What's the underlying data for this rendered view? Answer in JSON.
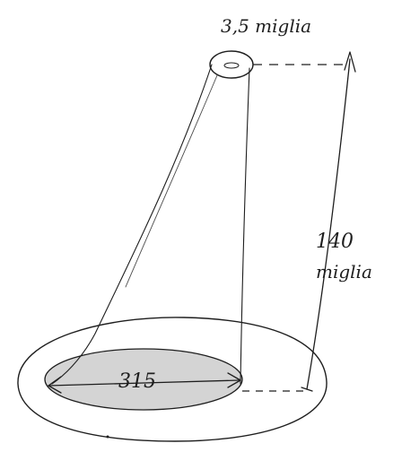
{
  "labels": {
    "top_size": "3,5 miglia",
    "height_value": "140",
    "height_unit": "miglia",
    "base_width": "315"
  },
  "colors": {
    "ink": "#1e1e1e",
    "shade": "#d4d4d4",
    "paper": "#ffffff"
  }
}
